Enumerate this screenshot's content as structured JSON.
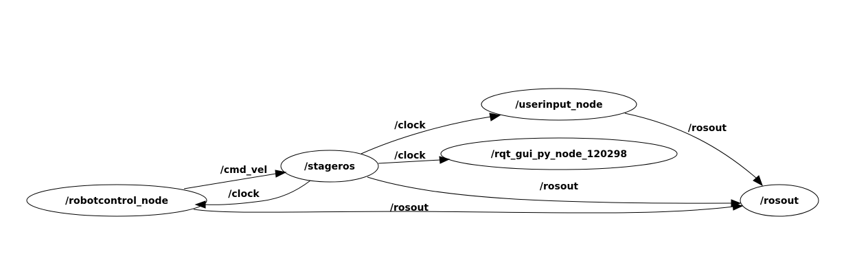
{
  "nodes": {
    "robotcontrol": "/robotcontrol_node",
    "stageros": "/stageros",
    "userinput": "/userinput_node",
    "rqt_gui": "/rqt_gui_py_node_120298",
    "rosout": "/rosout"
  },
  "edges": {
    "robotcontrol_to_stageros": "/cmd_vel",
    "stageros_to_robotcontrol": "/clock",
    "stageros_to_userinput": "/clock",
    "stageros_to_rqt": "/clock",
    "stageros_to_rosout": "/rosout",
    "userinput_to_rosout": "/rosout",
    "robotcontrol_to_rosout": "/rosout"
  },
  "colors": {
    "stroke": "#000000",
    "background": "#ffffff"
  }
}
